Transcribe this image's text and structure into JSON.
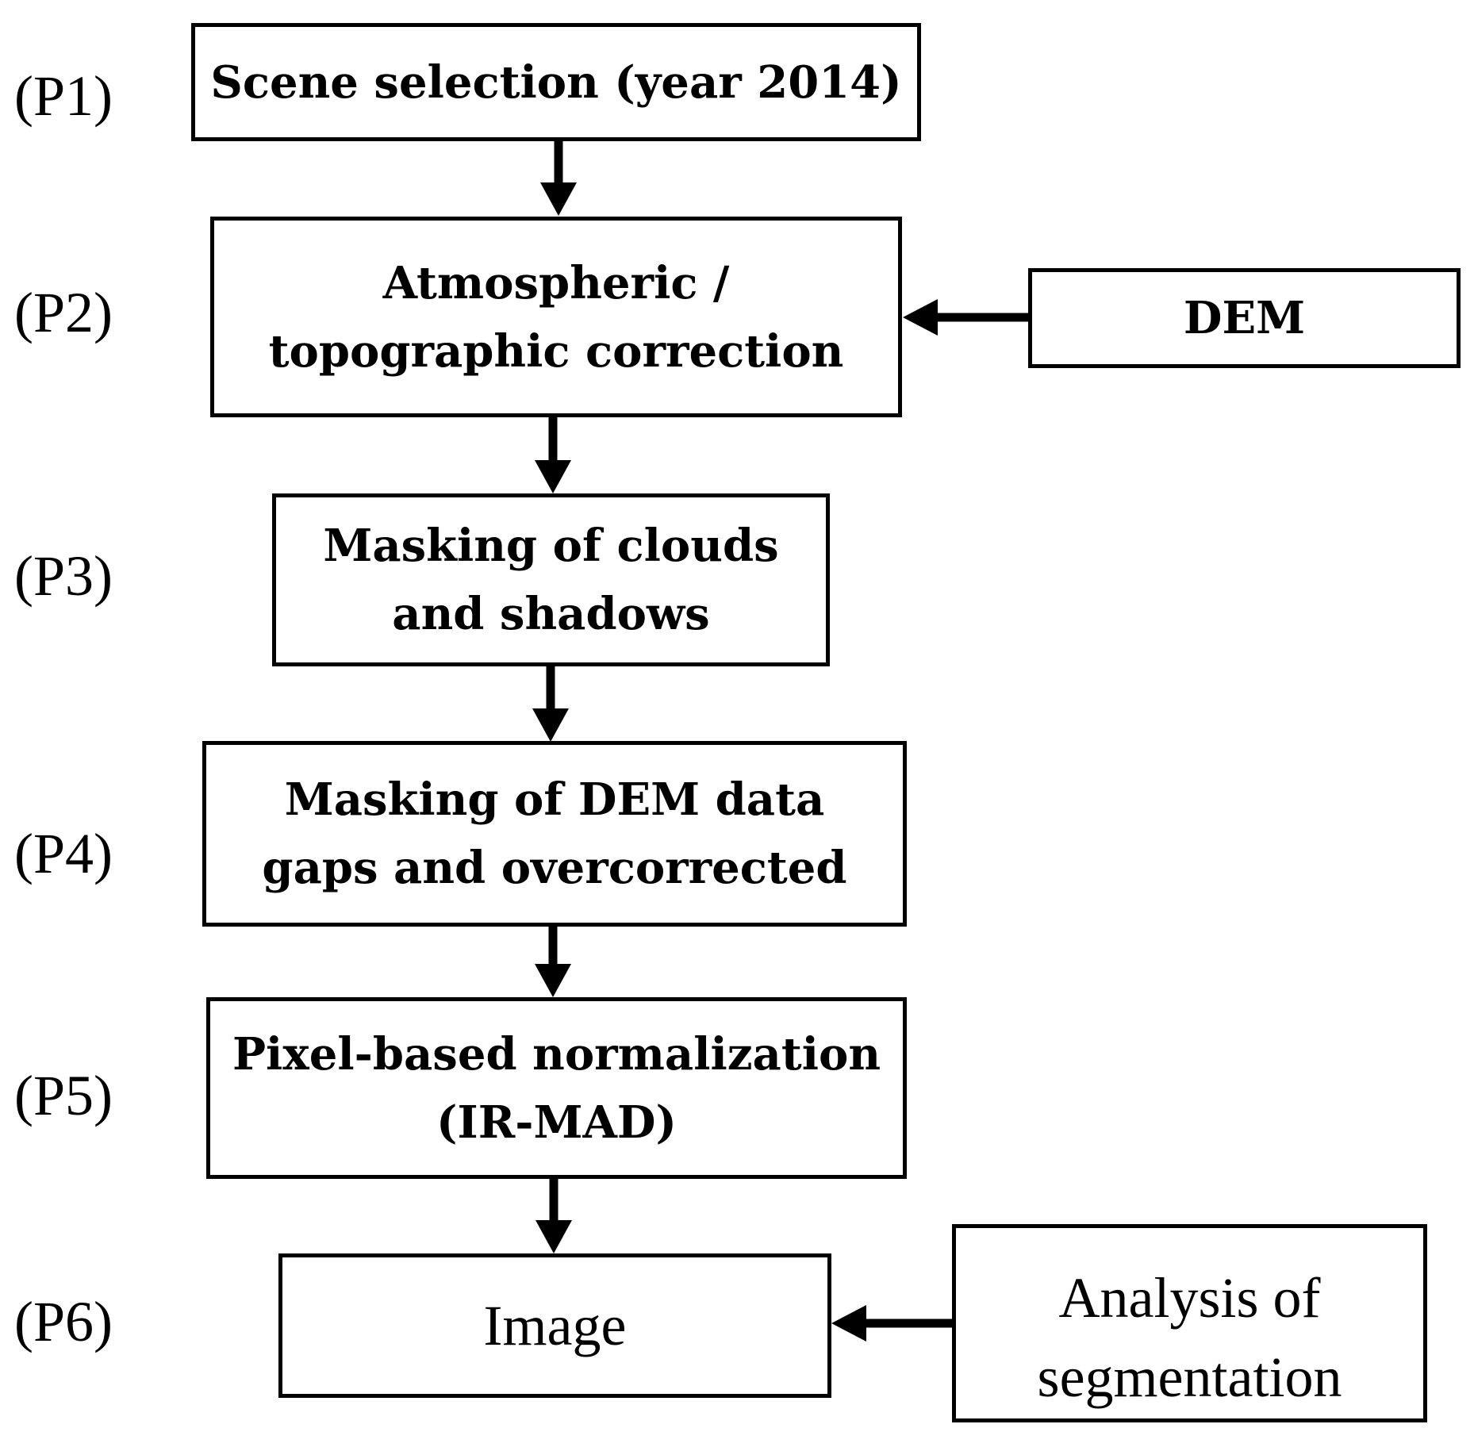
{
  "steps": [
    {
      "label": "(P1)",
      "lines": [
        "Scene selection (year 2014)"
      ]
    },
    {
      "label": "(P2)",
      "lines": [
        "Atmospheric /",
        "topographic correction"
      ]
    },
    {
      "label": "(P3)",
      "lines": [
        "Masking of clouds",
        "and shadows"
      ]
    },
    {
      "label": "(P4)",
      "lines": [
        "Masking of DEM data",
        "gaps and overcorrected"
      ]
    },
    {
      "label": "(P5)",
      "lines": [
        "Pixel-based normalization",
        "(IR-MAD)"
      ]
    },
    {
      "label": "(P6)",
      "lines": [
        "Image"
      ]
    }
  ],
  "side_inputs": {
    "dem": {
      "lines": [
        "DEM"
      ]
    },
    "segmentation": {
      "lines": [
        "Analysis of",
        "segmentation"
      ]
    }
  },
  "colors": {
    "stroke": "#000000",
    "fill": "#ffffff"
  }
}
